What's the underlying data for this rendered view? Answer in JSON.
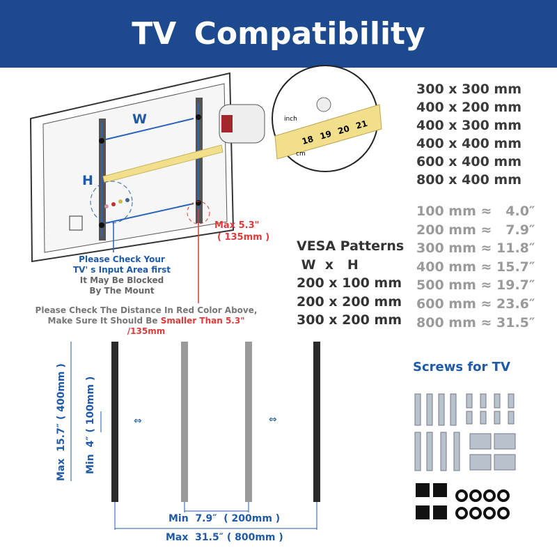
{
  "header": {
    "title": "TV  Compatibility"
  },
  "tv_diagram": {
    "w_label": "W",
    "h_label": "H",
    "max_label": "Max  5.3\"",
    "max_mm": "( 135mm )",
    "input_note": [
      "Please Check Your",
      "TV' s Input Area first"
    ],
    "blocked_note": [
      "It May Be Blocked",
      "By The Mount"
    ],
    "distance_note_1": "Please Check The Distance In Red Color Above,",
    "distance_note_2_prefix": "Make Sure It Should Be ",
    "distance_note_2_red": "Smaller Than 5.3\"  /135mm"
  },
  "tape_zoom": {
    "inch": "inch",
    "cm": "cm",
    "numbers": [
      "18",
      "19",
      "20",
      "21"
    ]
  },
  "supported_sizes": [
    "300 x 300 mm",
    "400 x 200 mm",
    "400 x 300 mm",
    "400 x 400 mm",
    "600 x 400 mm",
    "800 x 400 mm"
  ],
  "conversions": [
    "100 mm ≈   4.0″",
    "200 mm ≈   7.9″",
    "300 mm ≈ 11.8″",
    "400 mm ≈ 15.7″",
    "500 mm ≈ 19.7″",
    "600 mm ≈ 23.6″",
    "800 mm ≈ 31.5″"
  ],
  "vesa": {
    "title": "VESA Patterns",
    "subtitle": " W  x   H",
    "patterns": [
      "200 x 100 mm",
      "200 x 200 mm",
      "300 x 200 mm"
    ]
  },
  "rails": {
    "max_height": "Max  15.7″ ( 400mm )",
    "min_height": "Min  4″ ( 100mm )",
    "min_width": "Min  7.9″  ( 200mm )",
    "max_width": "Max  31.5″ ( 800mm )"
  },
  "screws": {
    "title": "Screws for TV"
  },
  "colors": {
    "brand_blue": "#1d4a8f",
    "text_blue": "#1e5aa8",
    "red": "#e03a3a"
  }
}
